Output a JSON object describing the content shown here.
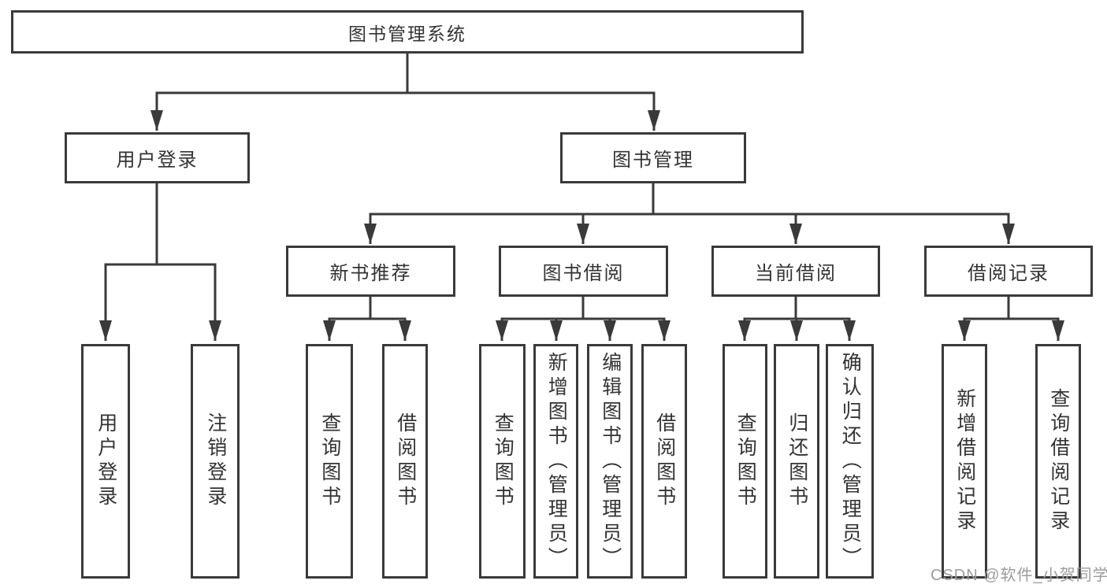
{
  "tree": {
    "label": "图书管理系统",
    "children": [
      {
        "label": "用户登录",
        "children": [
          {
            "label": "用户登录"
          },
          {
            "label": "注销登录"
          }
        ]
      },
      {
        "label": "图书管理",
        "children": [
          {
            "label": "新书推荐",
            "children": [
              {
                "label": "查询图书"
              },
              {
                "label": "借阅图书"
              }
            ]
          },
          {
            "label": "图书借阅",
            "children": [
              {
                "label": "查询图书"
              },
              {
                "label": "新增图书（管理员）"
              },
              {
                "label": "编辑图书（管理员）"
              },
              {
                "label": "借阅图书"
              }
            ]
          },
          {
            "label": "当前借阅",
            "children": [
              {
                "label": "查询图书"
              },
              {
                "label": "归还图书"
              },
              {
                "label": "确认归还（管理员）"
              }
            ]
          },
          {
            "label": "借阅记录",
            "children": [
              {
                "label": "新增借阅记录"
              },
              {
                "label": "查询借阅记录"
              }
            ]
          }
        ]
      }
    ]
  },
  "watermark": "CSDN @软件_小贺同学",
  "colors": {
    "line": "#3a3a3a",
    "text": "#333333",
    "background": "#ffffff",
    "watermark": "#9c9c9c"
  }
}
